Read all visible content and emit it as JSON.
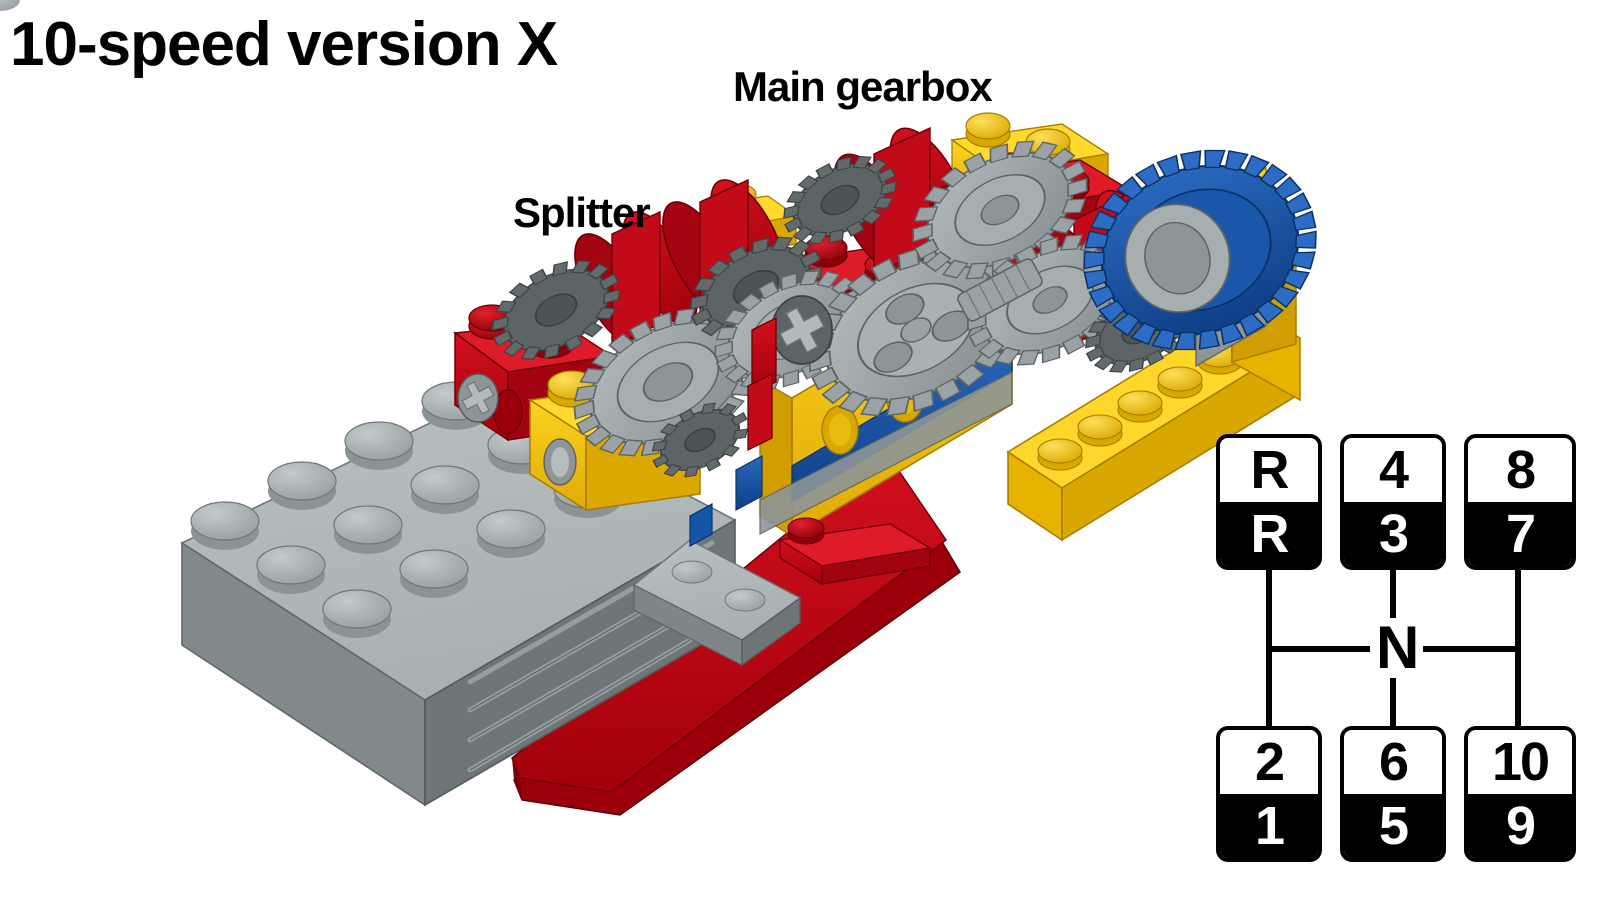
{
  "title": "10-speed version X",
  "labels": {
    "main_gearbox": "Main gearbox",
    "splitter": "Splitter"
  },
  "shift_pattern": {
    "neutral": "N",
    "columns": [
      {
        "top_upper": "R",
        "top_lower": "R",
        "bottom_upper": "2",
        "bottom_lower": "1"
      },
      {
        "top_upper": "4",
        "top_lower": "3",
        "bottom_upper": "6",
        "bottom_lower": "5"
      },
      {
        "top_upper": "8",
        "top_lower": "7",
        "bottom_upper": "10",
        "bottom_lower": "9"
      }
    ]
  },
  "colors": {
    "lego_red": "#C3000E",
    "lego_yellow": "#F5C518",
    "lego_blue": "#1455A5",
    "lego_grey": "#9BA3A6",
    "lego_dark_grey": "#5C6466",
    "black": "#000000",
    "white": "#FFFFFF"
  },
  "model": {
    "description": "LEGO Technic 10-speed gearbox render",
    "parts": [
      "power-functions-motor",
      "splitter-assembly",
      "main-gearbox-assembly",
      "blue-bevel-gear",
      "yellow-technic-beam",
      "red-technic-beam"
    ]
  }
}
